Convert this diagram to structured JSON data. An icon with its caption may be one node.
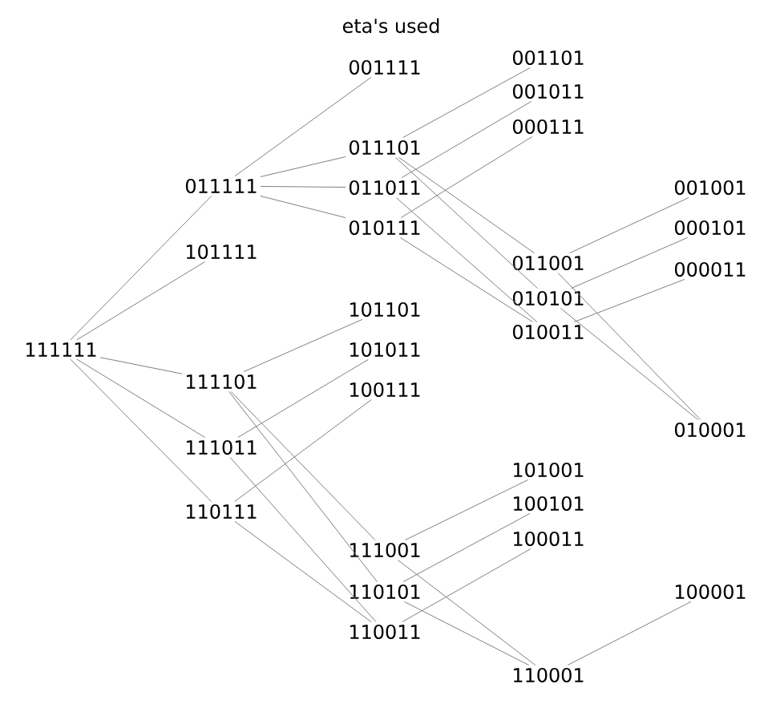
{
  "diagram": {
    "title": "eta's used",
    "nodes": [
      {
        "text": [
          "111111"
        ]
      },
      {
        "text": [
          "011111"
        ]
      },
      {
        "text": [
          "101111"
        ]
      },
      {
        "text": [
          "111101"
        ]
      },
      {
        "text": [
          "111011"
        ]
      },
      {
        "text": [
          "110111"
        ]
      },
      {
        "text": [
          "001111"
        ]
      },
      {
        "text": [
          "011101"
        ]
      },
      {
        "text": [
          "011011"
        ]
      },
      {
        "text": [
          "010111"
        ]
      },
      {
        "text": [
          "101101"
        ]
      },
      {
        "text": [
          "101011"
        ]
      },
      {
        "text": [
          "100111"
        ]
      },
      {
        "text": [
          "111001"
        ]
      },
      {
        "text": [
          "110101"
        ]
      },
      {
        "text": [
          "110011"
        ]
      },
      {
        "text": [
          "001101"
        ]
      },
      {
        "text": [
          "001011"
        ]
      },
      {
        "text": [
          "000111"
        ]
      },
      {
        "text": [
          "011001"
        ]
      },
      {
        "text": [
          "010101"
        ]
      },
      {
        "text": [
          "010011"
        ]
      },
      {
        "text": [
          "101001"
        ]
      },
      {
        "text": [
          "100101"
        ]
      },
      {
        "text": [
          "100011"
        ]
      },
      {
        "text": [
          "110001"
        ]
      },
      {
        "text": [
          "001001"
        ]
      },
      {
        "text": [
          "000101"
        ]
      },
      {
        "text": [
          "000011"
        ]
      },
      {
        "text": [
          "010001"
        ]
      },
      {
        "text": [
          "100001"
        ]
      }
    ],
    "edges": [
      {
        "from": 0,
        "to": 1,
        "arrow": "none"
      },
      {
        "from": 0,
        "to": 2,
        "arrow": "none"
      },
      {
        "from": 0,
        "to": 3,
        "arrow": "none"
      },
      {
        "from": 0,
        "to": 4,
        "arrow": "none"
      },
      {
        "from": 0,
        "to": 5,
        "arrow": "none"
      },
      {
        "from": 1,
        "to": 6,
        "arrow": "none"
      },
      {
        "from": 1,
        "to": 7,
        "arrow": "none"
      },
      {
        "from": 1,
        "to": 8,
        "arrow": "none"
      },
      {
        "from": 1,
        "to": 9,
        "arrow": "none"
      },
      {
        "from": 3,
        "to": 10,
        "arrow": "none"
      },
      {
        "from": 3,
        "to": 13,
        "arrow": "none"
      },
      {
        "from": 3,
        "to": 14,
        "arrow": "none"
      },
      {
        "from": 4,
        "to": 11,
        "arrow": "none"
      },
      {
        "from": 4,
        "to": 15,
        "arrow": "none"
      },
      {
        "from": 5,
        "to": 12,
        "arrow": "none"
      },
      {
        "from": 5,
        "to": 15,
        "arrow": "none"
      },
      {
        "from": 7,
        "to": 16,
        "arrow": "none"
      },
      {
        "from": 7,
        "to": 19,
        "arrow": "none"
      },
      {
        "from": 7,
        "to": 20,
        "arrow": "none"
      },
      {
        "from": 8,
        "to": 17,
        "arrow": "none"
      },
      {
        "from": 8,
        "to": 21,
        "arrow": "none"
      },
      {
        "from": 9,
        "to": 18,
        "arrow": "none"
      },
      {
        "from": 9,
        "to": 21,
        "arrow": "none"
      },
      {
        "from": 13,
        "to": 22,
        "arrow": "none"
      },
      {
        "from": 13,
        "to": 25,
        "arrow": "none"
      },
      {
        "from": 14,
        "to": 23,
        "arrow": "none"
      },
      {
        "from": 14,
        "to": 25,
        "arrow": "none"
      },
      {
        "from": 15,
        "to": 24,
        "arrow": "none"
      },
      {
        "from": 19,
        "to": 26,
        "arrow": "none"
      },
      {
        "from": 19,
        "to": 29,
        "arrow": "none"
      },
      {
        "from": 20,
        "to": 27,
        "arrow": "none"
      },
      {
        "from": 20,
        "to": 29,
        "arrow": "none"
      },
      {
        "from": 21,
        "to": 28,
        "arrow": "none"
      },
      {
        "from": 25,
        "to": 30,
        "arrow": "none"
      }
    ]
  }
}
